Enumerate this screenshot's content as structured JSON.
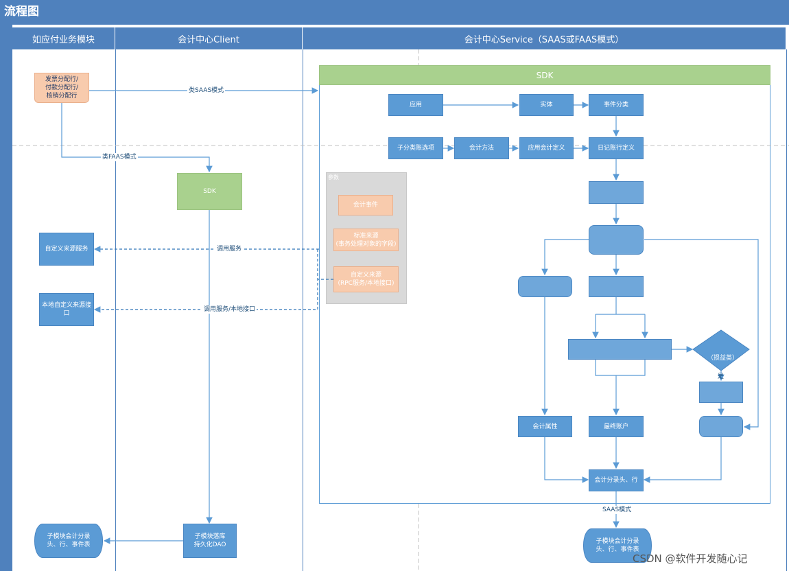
{
  "title": "流程图",
  "lanes": [
    {
      "label": "如应付业务模块"
    },
    {
      "label": "会计中心Client"
    },
    {
      "label": "会计中心Service（SAAS或FAAS模式）"
    }
  ],
  "left": {
    "doc_box": "发票分配行/\n付款分配行/\n核销分配行",
    "custom_source_service": "自定义来源服务",
    "local_custom_source": "本地自定义来源接\n口",
    "child_table": "子模块会计分录\n头、行、事件表"
  },
  "client": {
    "sdk": "SDK",
    "dao": "子模块落库\n持久化DAO"
  },
  "service": {
    "sdk_header": "SDK",
    "app": "应用",
    "entity": "实体",
    "event_class": "事件分类",
    "subledger_option": "子分类账选项",
    "acct_method": "会计方法",
    "app_acct_def": "应用会计定义",
    "journal_line_def": "日记账行定义",
    "acct_attr": "会计属性",
    "final_account": "最终账户",
    "entry_head_line": "会计分录头、行",
    "diamond": "（损益类）",
    "yes": "是",
    "bottom_table": "子模块会计分录\n头、行、事件表"
  },
  "params": {
    "title": "参数",
    "event": "会计事件",
    "std_source": "标准来源\n(事务处理对象的字段)",
    "custom_source": "自定义来源\n(RPC服务/本地接口)"
  },
  "edges": {
    "saas_like": "类SAAS模式",
    "faas_like": "类FAAS模式",
    "call_service": "调用服务",
    "call_service_local": "调用服务/本地接口",
    "saas_mode": "SAAS模式"
  },
  "watermark": "CSDN @软件开发随心记"
}
